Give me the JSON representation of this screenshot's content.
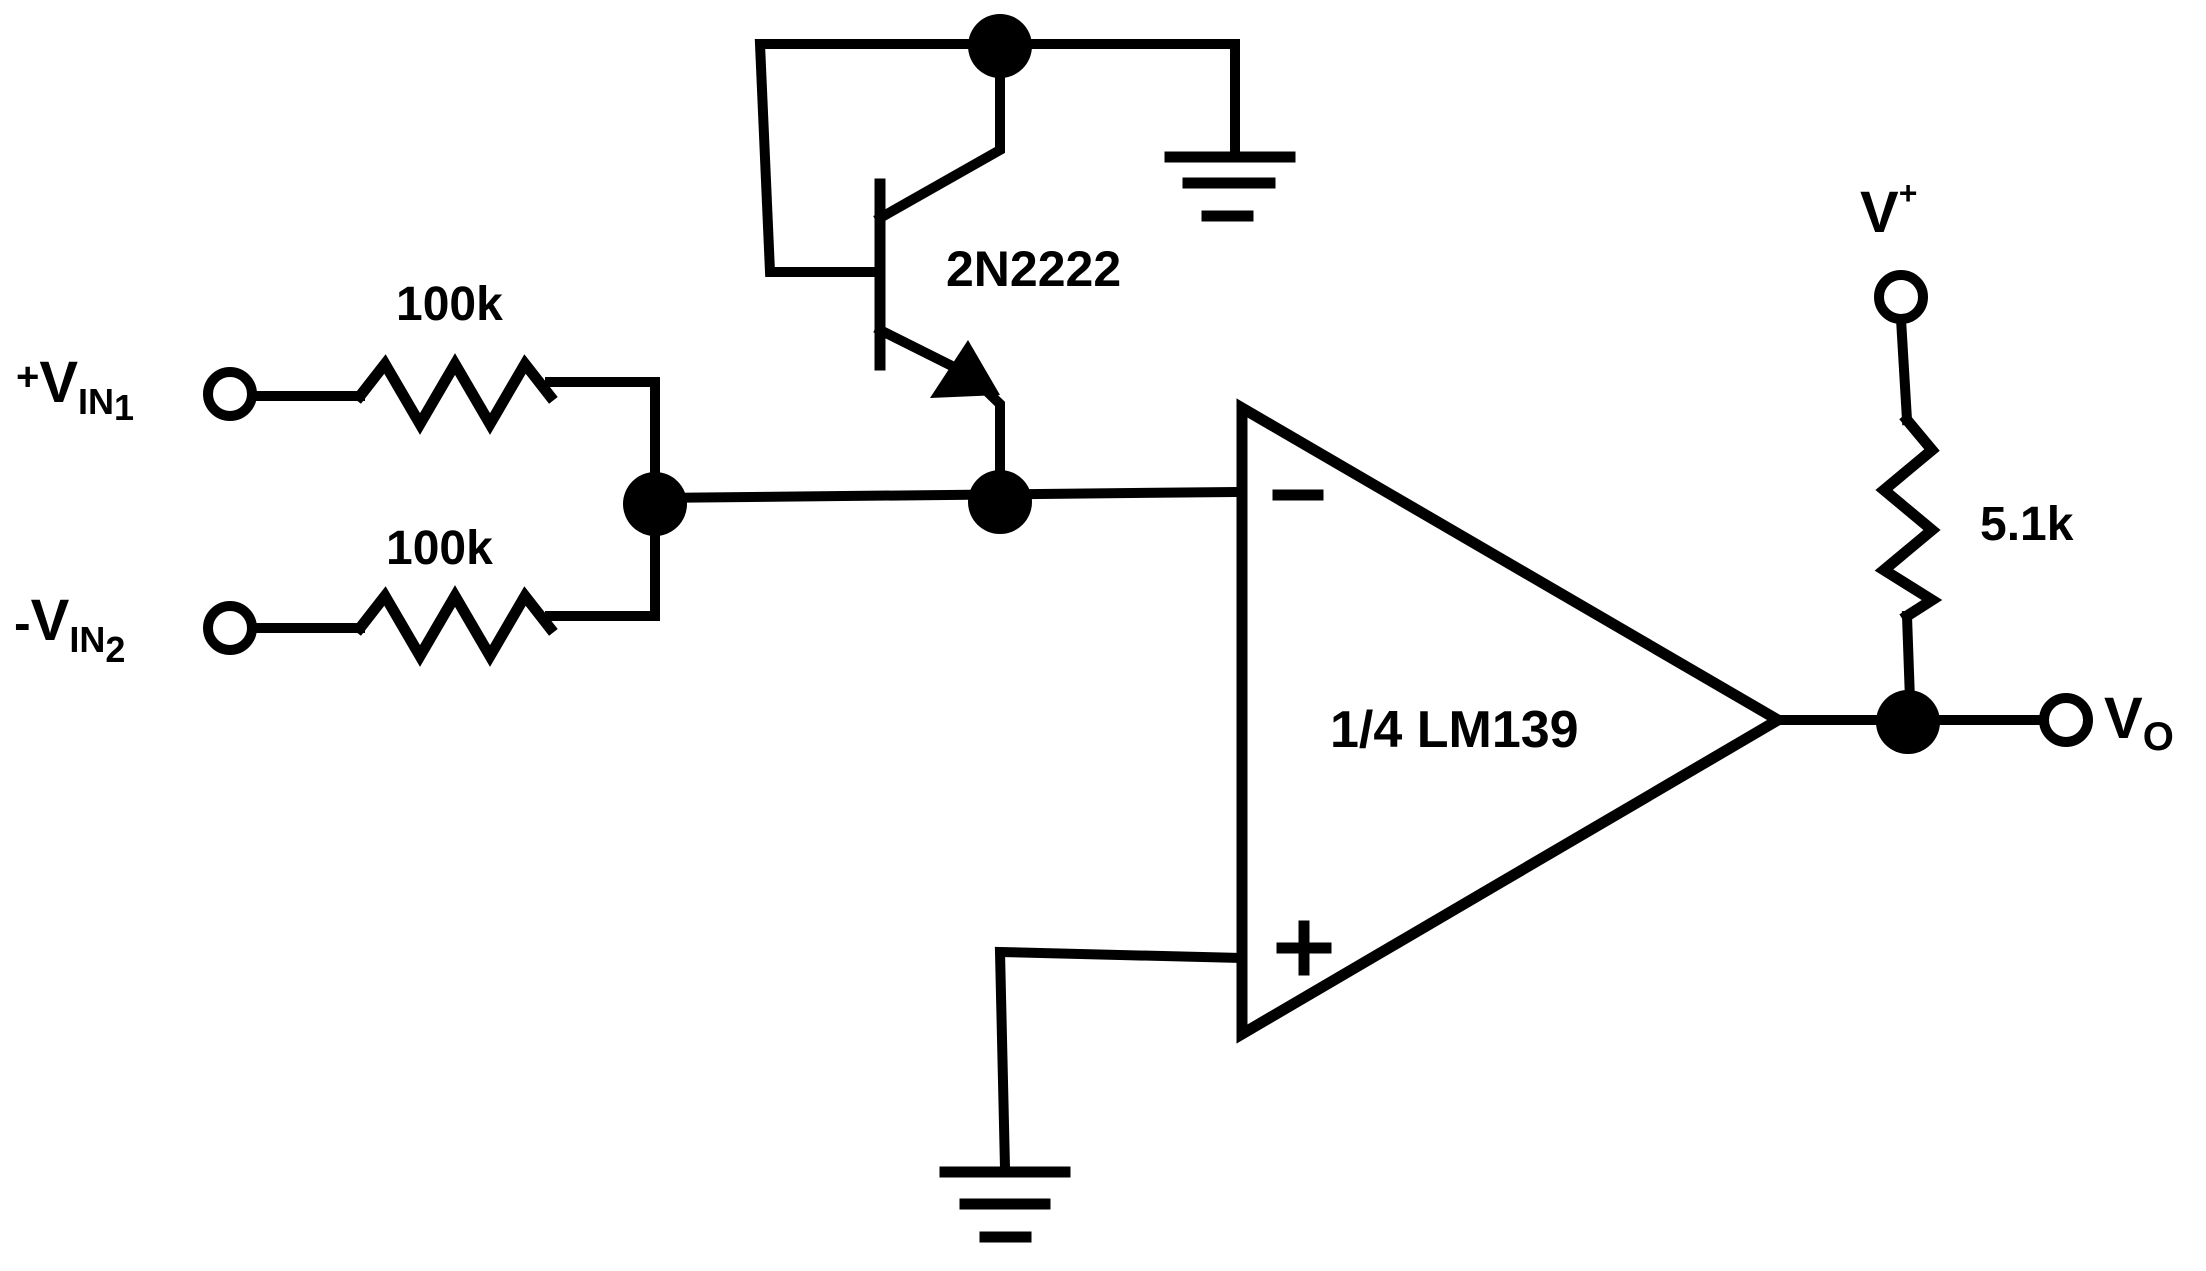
{
  "inputs": {
    "vin1": {
      "sign": "+",
      "main": "V",
      "sub": "IN",
      "subsub": "1"
    },
    "vin2": {
      "sign": "-",
      "main": "V",
      "sub": "IN",
      "subsub": "2"
    }
  },
  "resistors": {
    "r1": "100k",
    "r2": "100k",
    "pullup": "5.1k"
  },
  "transistor": {
    "label": "2N2222"
  },
  "comparator": {
    "label": "1/4 LM139",
    "inverting_symbol": "−",
    "noninverting_symbol": "+"
  },
  "supply": {
    "main": "V",
    "sup": "+"
  },
  "output": {
    "main": "V",
    "sub": "O"
  }
}
